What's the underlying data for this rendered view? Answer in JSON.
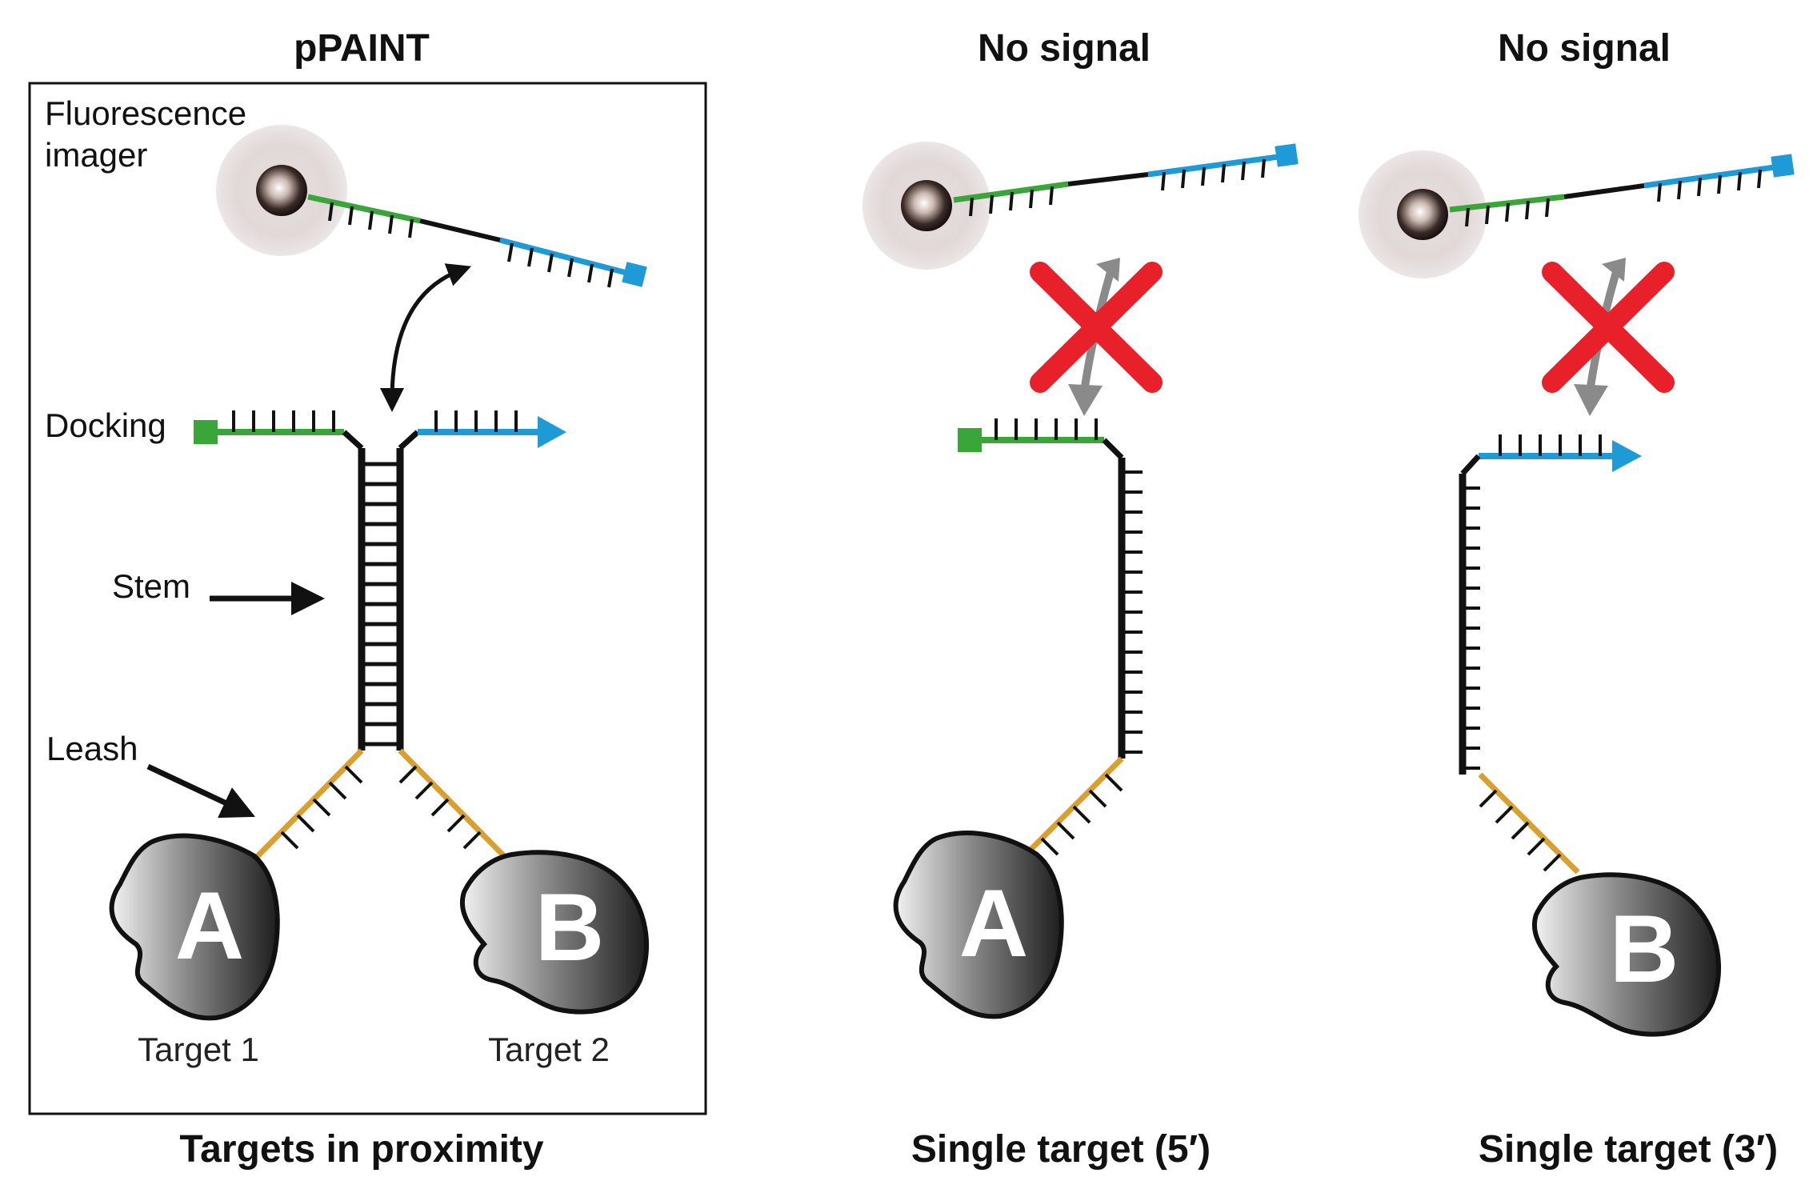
{
  "panels": [
    {
      "title": "pPAINT",
      "caption": "Targets in proximity",
      "labels": {
        "imager": [
          "Fluorescence",
          "imager"
        ],
        "docking": "Docking",
        "stem": "Stem",
        "leash": "Leash"
      },
      "targets": [
        {
          "letter": "A",
          "label": "Target 1"
        },
        {
          "letter": "B",
          "label": "Target 2"
        }
      ]
    },
    {
      "title": "No signal",
      "caption": "Single target (5′)",
      "targets": [
        {
          "letter": "A"
        }
      ]
    },
    {
      "title": "No signal",
      "caption": "Single target (3′)",
      "targets": [
        {
          "letter": "B"
        }
      ]
    }
  ],
  "colors": {
    "green_strand": "#3aa63a",
    "blue_strand": "#1e9ad6",
    "leash_orange": "#d9a030",
    "cross_red": "#e8202a",
    "arrow_gray": "#8a8a8a",
    "dna_black": "#111111"
  },
  "icons": [
    "fluorophore-icon",
    "red-cross-icon",
    "double-arrow-icon"
  ]
}
